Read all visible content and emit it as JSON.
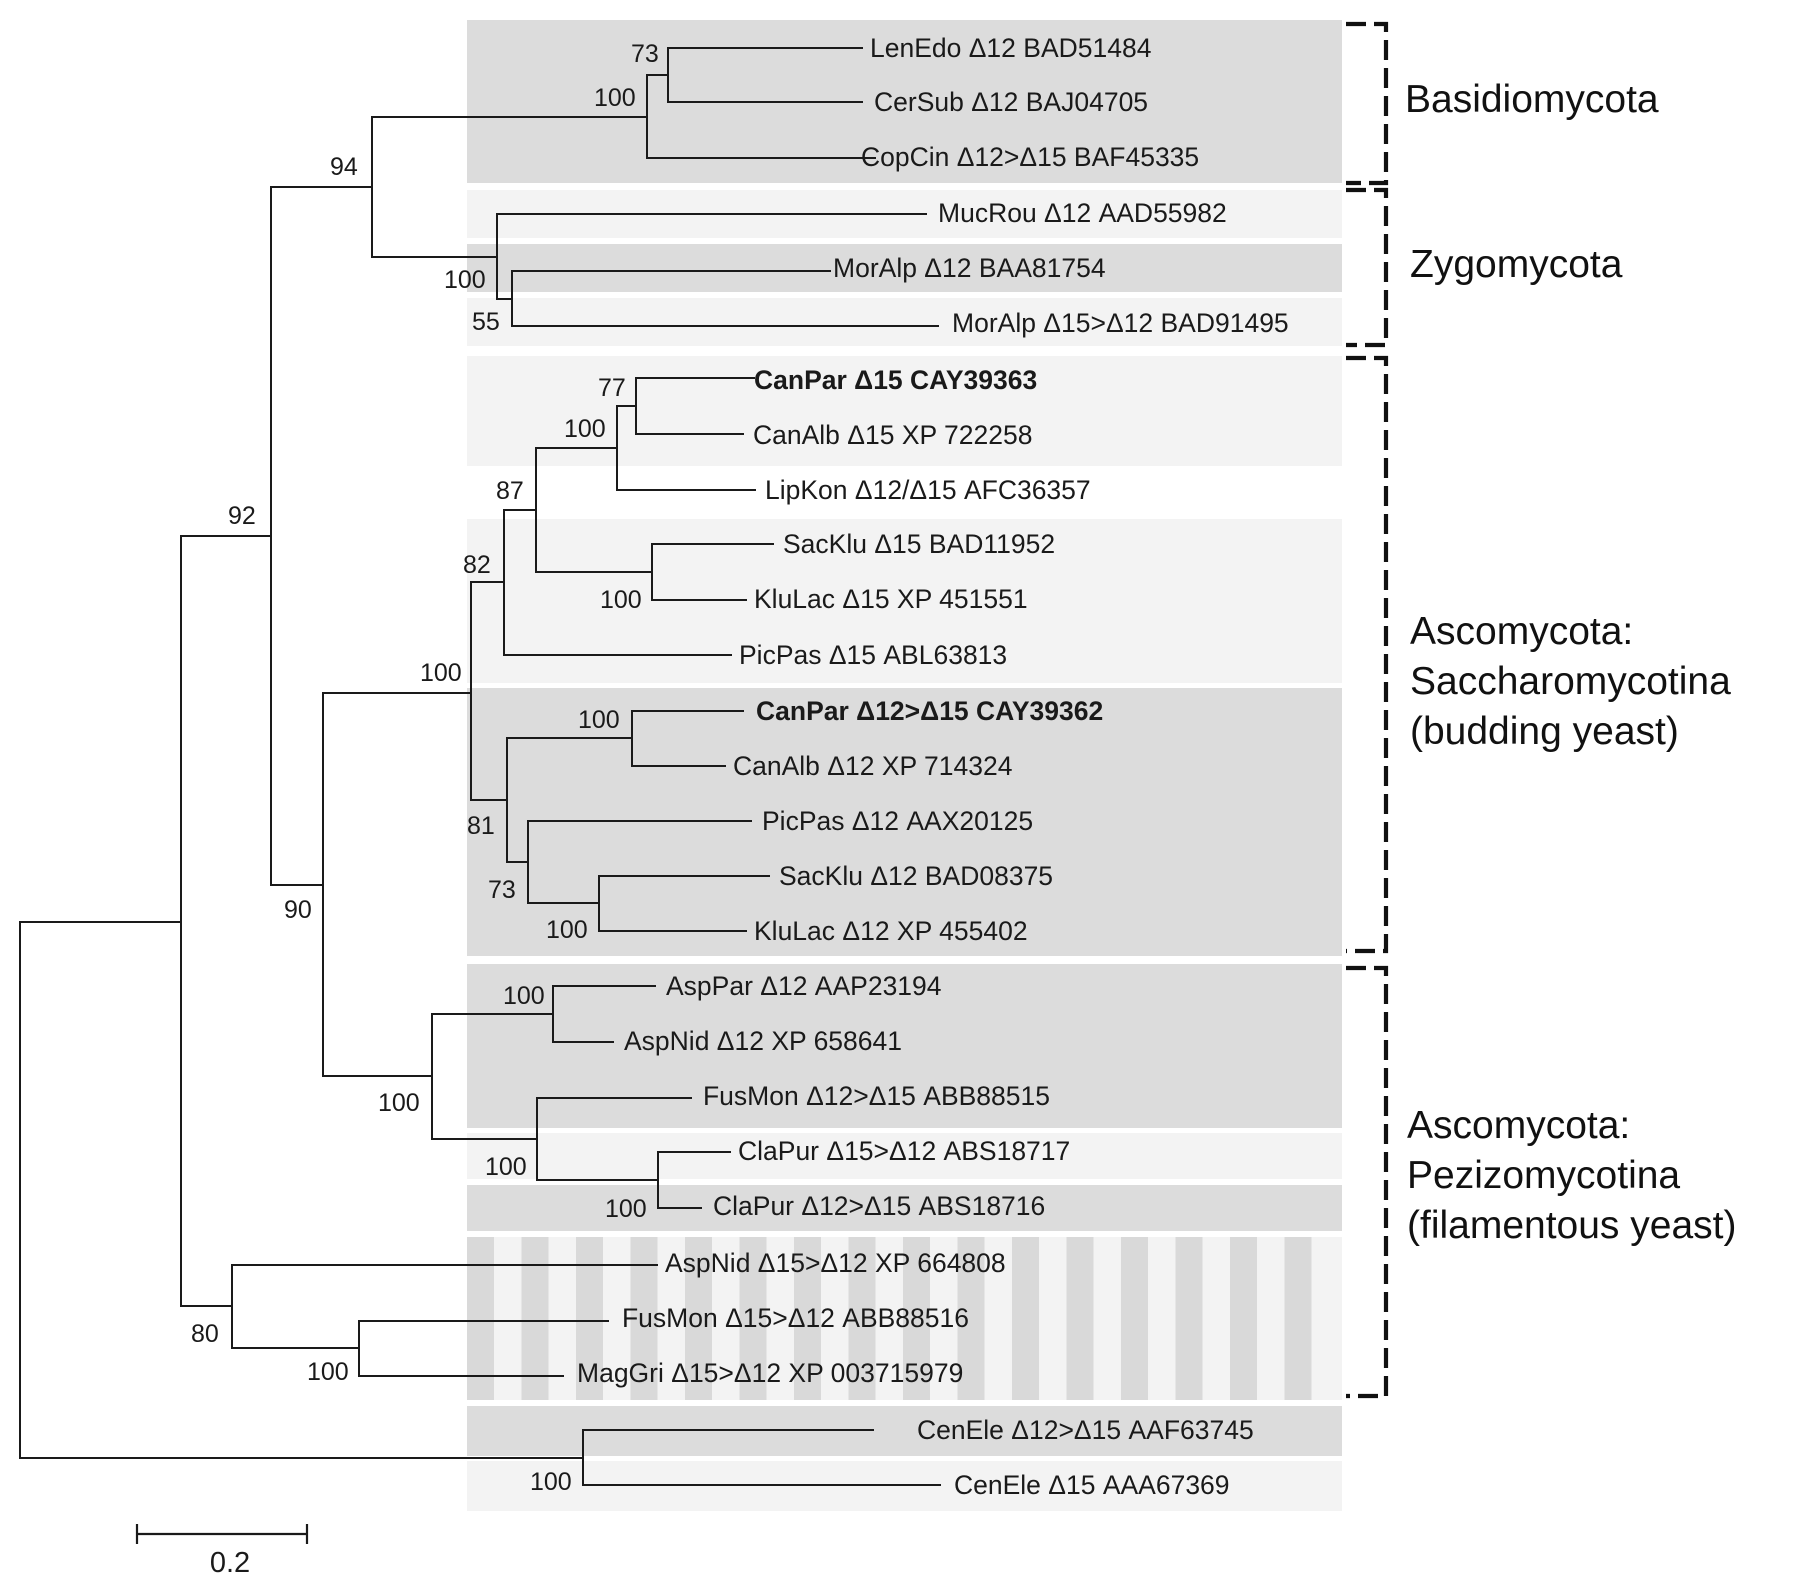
{
  "taxa": [
    {
      "id": "t1",
      "label": "LenEdo Δ12 BAD51484"
    },
    {
      "id": "t2",
      "label": "CerSub Δ12 BAJ04705"
    },
    {
      "id": "t3",
      "label": "CopCin Δ12>Δ15 BAF45335"
    },
    {
      "id": "t4",
      "label": "MucRou Δ12 AAD55982"
    },
    {
      "id": "t5",
      "label": "MorAlp Δ12 BAA81754"
    },
    {
      "id": "t6",
      "label": "MorAlp Δ15>Δ12 BAD91495"
    },
    {
      "id": "t7",
      "label": "CanPar Δ15 CAY39363",
      "bold": true
    },
    {
      "id": "t8",
      "label": "CanAlb Δ15 XP 722258"
    },
    {
      "id": "t9",
      "label": "LipKon Δ12/Δ15 AFC36357"
    },
    {
      "id": "t10",
      "label": "SacKlu Δ15 BAD11952"
    },
    {
      "id": "t11",
      "label": "KluLac Δ15 XP 451551"
    },
    {
      "id": "t12",
      "label": "PicPas Δ15 ABL63813"
    },
    {
      "id": "t13",
      "label": "CanPar Δ12>Δ15 CAY39362",
      "bold": true
    },
    {
      "id": "t14",
      "label": "CanAlb Δ12 XP 714324"
    },
    {
      "id": "t15",
      "label": "PicPas Δ12 AAX20125"
    },
    {
      "id": "t16",
      "label": "SacKlu Δ12 BAD08375"
    },
    {
      "id": "t17",
      "label": "KluLac Δ12 XP 455402"
    },
    {
      "id": "t18",
      "label": "AspPar Δ12 AAP23194"
    },
    {
      "id": "t19",
      "label": "AspNid Δ12 XP 658641"
    },
    {
      "id": "t20",
      "label": "FusMon Δ12>Δ15 ABB88515"
    },
    {
      "id": "t21",
      "label": "ClaPur Δ15>Δ12 ABS18717"
    },
    {
      "id": "t22",
      "label": "ClaPur Δ12>Δ15 ABS18716"
    },
    {
      "id": "t23",
      "label": "AspNid Δ15>Δ12 XP 664808"
    },
    {
      "id": "t24",
      "label": "FusMon Δ15>Δ12 ABB88516"
    },
    {
      "id": "t25",
      "label": "MagGri Δ15>Δ12 XP 003715979"
    },
    {
      "id": "t26",
      "label": "CenEle Δ12>Δ15 AAF63745"
    },
    {
      "id": "t27",
      "label": "CenEle Δ15 AAA67369"
    }
  ],
  "bootstrap": [
    {
      "id": "b-t1t2",
      "value": "73"
    },
    {
      "id": "b-basidio",
      "value": "100"
    },
    {
      "id": "b-basizygo",
      "value": "94"
    },
    {
      "id": "b-zygo",
      "value": "100"
    },
    {
      "id": "b-moralp",
      "value": "55"
    },
    {
      "id": "b-canpar15",
      "value": "77"
    },
    {
      "id": "b-can15lip",
      "value": "100"
    },
    {
      "id": "b-d15inner",
      "value": "87"
    },
    {
      "id": "b-sackluk15",
      "value": "100"
    },
    {
      "id": "b-d15clade",
      "value": "82"
    },
    {
      "id": "b-sacch",
      "value": "100"
    },
    {
      "id": "b-can12",
      "value": "100"
    },
    {
      "id": "b-d12clade",
      "value": "81"
    },
    {
      "id": "b-pic12",
      "value": "73"
    },
    {
      "id": "b-sackluk12",
      "value": "100"
    },
    {
      "id": "b-fungi",
      "value": "92"
    },
    {
      "id": "b-ascom",
      "value": "90"
    },
    {
      "id": "b-asp12",
      "value": "100"
    },
    {
      "id": "b-pezi",
      "value": "100"
    },
    {
      "id": "b-fusclap",
      "value": "100"
    },
    {
      "id": "b-clapur",
      "value": "100"
    },
    {
      "id": "b-d15out",
      "value": "80"
    },
    {
      "id": "b-fusmag",
      "value": "100"
    },
    {
      "id": "b-cenele",
      "value": "100"
    }
  ],
  "groups": [
    {
      "id": "g-basidio",
      "lines": [
        "Basidiomycota"
      ]
    },
    {
      "id": "g-zygo",
      "lines": [
        "Zygomycota"
      ]
    },
    {
      "id": "g-sacch",
      "lines": [
        "Ascomycota:",
        "Saccharomycotina",
        "(budding yeast)"
      ]
    },
    {
      "id": "g-pezi",
      "lines": [
        "Ascomycota:",
        "Pezizomycotina",
        "(filamentous yeast)"
      ]
    }
  ],
  "scale_bar": {
    "label": "0.2"
  },
  "colors": {
    "band_dark": "#dcdcdc",
    "band_light": "#f3f3f3",
    "stripe_dark": "#d9d9d9",
    "stripe_light": "#f4f4f4",
    "line": "#1a1a1a"
  }
}
